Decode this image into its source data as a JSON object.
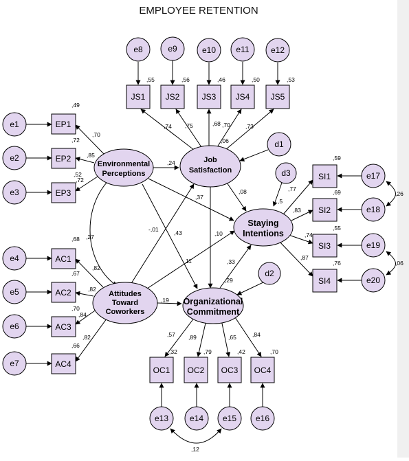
{
  "diagram": {
    "title": "EMPLOYEE RETENTION",
    "colors": {
      "background": "#ffffff",
      "node_fill": "#e2d5ef",
      "node_stroke": "#000000",
      "right_strip": "#f0f0f0"
    },
    "latent": {
      "ep": [
        "Environmental",
        "Perceptions"
      ],
      "ac": [
        "Attitudes",
        "Toward",
        "Coworkers"
      ],
      "js": [
        "Job",
        "Satisfaction"
      ],
      "si": [
        "Staying",
        "Intentions"
      ],
      "oc": [
        "Organizational",
        "Commitment"
      ]
    },
    "indicators": {
      "EP1": "EP1",
      "EP2": "EP2",
      "EP3": "EP3",
      "AC1": "AC1",
      "AC2": "AC2",
      "AC3": "AC3",
      "AC4": "AC4",
      "JS1": "JS1",
      "JS2": "JS2",
      "JS3": "JS3",
      "JS4": "JS4",
      "JS5": "JS5",
      "SI1": "SI1",
      "SI2": "SI2",
      "SI3": "SI3",
      "SI4": "SI4",
      "OC1": "OC1",
      "OC2": "OC2",
      "OC3": "OC3",
      "OC4": "OC4"
    },
    "errors": {
      "e1": "e1",
      "e2": "e2",
      "e3": "e3",
      "e4": "e4",
      "e5": "e5",
      "e6": "e6",
      "e7": "e7",
      "e8": "e8",
      "e9": "e9",
      "e10": "e10",
      "e11": "e11",
      "e12": "e12",
      "e13": "e13",
      "e14": "e14",
      "e15": "e15",
      "e16": "e16",
      "e17": "e17",
      "e18": "e18",
      "e19": "e19",
      "e20": "e20",
      "d1": "d1",
      "d2": "d2",
      "d3": "d3"
    },
    "r2": {
      "EP1": ",49",
      "EP2": ",72",
      "EP3": ",52",
      "AC1": ",68",
      "AC2": ",67",
      "AC3": ",70",
      "AC4": ",66",
      "JS1": ",55",
      "JS2": ",56",
      "JS3": ",46",
      "JS4": ",50",
      "JS5": ",53",
      "SI1": ",59",
      "SI2": ",69",
      "SI3": ",55",
      "SI4": ",76",
      "OC1": ",32",
      "OC2": ",79",
      "OC3": ",42",
      "OC4": ",70",
      "js": ",06",
      "si": ",5",
      "oc": ",29"
    },
    "loadings": {
      "EP1": ",70",
      "EP2": ",85",
      "EP3": ",72",
      "AC1": ",82",
      "AC2": ",82",
      "AC3": ",84",
      "AC4": ",82",
      "JS1": ",74",
      "JS2": ",75",
      "JS3": ",68",
      "JS4": ",70",
      "JS5": ",73",
      "SI1": ",77",
      "SI2": ",83",
      "SI3": ",74",
      "SI4": ",87",
      "OC1": ",57",
      "OC2": ",89",
      "OC3": ",65",
      "OC4": ",84"
    },
    "paths": {
      "ep_js": ",24",
      "ep_si": ",37",
      "ep_oc": ",43",
      "ac_js": "-,01",
      "ac_si": "11",
      "ac_oc": ",19",
      "js_si": ",08",
      "js_oc": ",10",
      "oc_si": ",33"
    },
    "covariances": {
      "ep_ac": ",27",
      "e17_e18": ",26",
      "e19_e20": ",06",
      "e13_e15": ",12"
    }
  }
}
